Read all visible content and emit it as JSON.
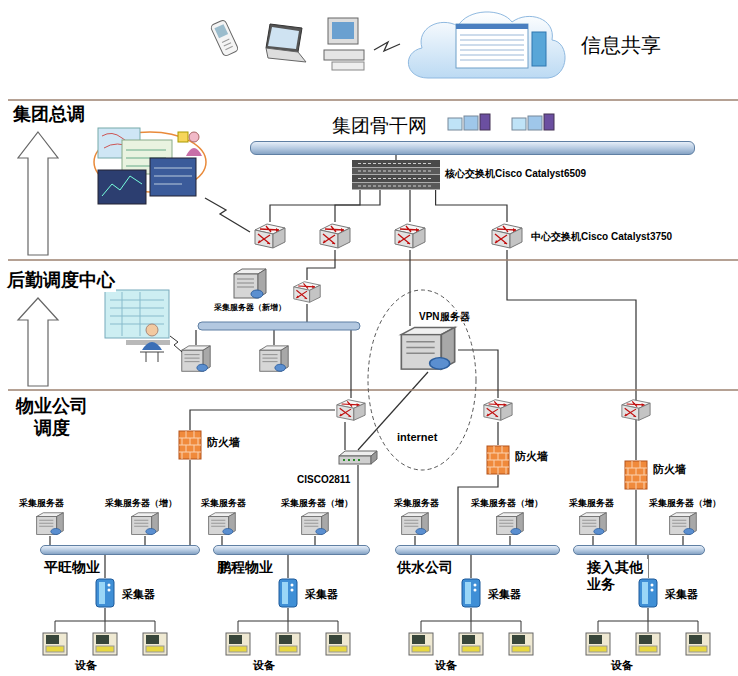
{
  "diagram": {
    "nodes": [
      {
        "text": [
          "信息共享"
        ]
      },
      {
        "text": [
          "集团骨干网"
        ]
      },
      {
        "text": [
          "核心交换机Cisco Catalyst6509"
        ]
      },
      {
        "text": [
          "中心交换机Cisco Catalyst3750"
        ]
      },
      {
        "text": [
          "采集服务器（新增）"
        ]
      },
      {
        "text": [
          "VPN服务器"
        ]
      },
      {
        "text": [
          "CISCO2811"
        ]
      },
      {
        "text": [
          "防火墙"
        ]
      },
      {
        "text": [
          "防火墙"
        ]
      },
      {
        "text": [
          "防火墙"
        ]
      },
      {
        "text": [
          "平旺物业"
        ]
      },
      {
        "text": [
          "采集服务器"
        ]
      },
      {
        "text": [
          "采集服务器（增）"
        ]
      },
      {
        "text": [
          "采集器"
        ]
      },
      {
        "text": [
          "设备"
        ]
      },
      {
        "text": [
          "鹏程物业"
        ]
      },
      {
        "text": [
          "采集服务器"
        ]
      },
      {
        "text": [
          "采集服务器（增）"
        ]
      },
      {
        "text": [
          "采集器"
        ]
      },
      {
        "text": [
          "设备"
        ]
      },
      {
        "text": [
          "供水公司"
        ]
      },
      {
        "text": [
          "采集服务器"
        ]
      },
      {
        "text": [
          "采集服务器（增）"
        ]
      },
      {
        "text": [
          "采集器"
        ]
      },
      {
        "text": [
          "设备"
        ]
      },
      {
        "text": [
          "接入其他 业务"
        ]
      },
      {
        "text": [
          "采集服务器"
        ]
      },
      {
        "text": [
          "采集服务器（增）"
        ]
      },
      {
        "text": [
          "采集器"
        ]
      },
      {
        "text": [
          "设备"
        ]
      }
    ],
    "edges": [
      {
        "from": 2,
        "to": 1,
        "arrow": "none"
      },
      {
        "from": 2,
        "to": 3,
        "arrow": "none"
      },
      {
        "from": 3,
        "to": 9,
        "arrow": "none"
      },
      {
        "from": 5,
        "to": 6,
        "arrow": "none"
      },
      {
        "from": 7,
        "to": 10,
        "arrow": "none"
      },
      {
        "from": 6,
        "to": 15,
        "arrow": "none"
      },
      {
        "from": 8,
        "to": 20,
        "arrow": "none"
      },
      {
        "from": 9,
        "to": 25,
        "arrow": "none"
      },
      {
        "from": 11,
        "to": 10,
        "arrow": "none"
      },
      {
        "from": 12,
        "to": 10,
        "arrow": "none"
      },
      {
        "from": 13,
        "to": 10,
        "arrow": "none"
      },
      {
        "from": 13,
        "to": 14,
        "arrow": "none"
      },
      {
        "from": 16,
        "to": 15,
        "arrow": "none"
      },
      {
        "from": 17,
        "to": 15,
        "arrow": "none"
      },
      {
        "from": 18,
        "to": 15,
        "arrow": "none"
      },
      {
        "from": 18,
        "to": 19,
        "arrow": "none"
      },
      {
        "from": 21,
        "to": 20,
        "arrow": "none"
      },
      {
        "from": 22,
        "to": 20,
        "arrow": "none"
      },
      {
        "from": 23,
        "to": 20,
        "arrow": "none"
      },
      {
        "from": 23,
        "to": 24,
        "arrow": "none"
      },
      {
        "from": 26,
        "to": 25,
        "arrow": "none"
      },
      {
        "from": 27,
        "to": 25,
        "arrow": "none"
      },
      {
        "from": 28,
        "to": 25,
        "arrow": "none"
      },
      {
        "from": 28,
        "to": 29,
        "arrow": "none"
      }
    ],
    "labels": [
      "集团总调",
      "后勤调度中心",
      "物业公司 调度",
      "internet"
    ]
  }
}
